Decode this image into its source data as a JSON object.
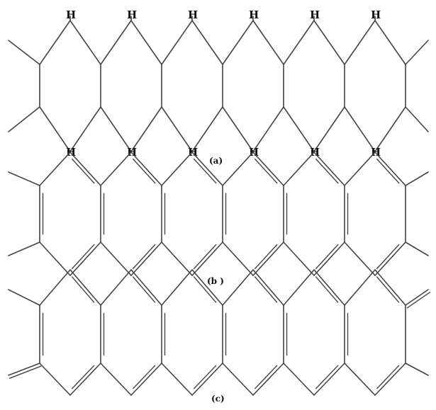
{
  "panels": [
    {
      "label": "(a)",
      "top_atom_label": "H",
      "bottom_atom_label": "H",
      "ring_count": 6,
      "bond_style": "single"
    },
    {
      "label": "(b )",
      "ring_count": 6,
      "bond_style": "alternating-double"
    },
    {
      "label": "(c)",
      "ring_count": 6,
      "bond_style": "alternating-double-with-terminal-doubles"
    }
  ],
  "colors": {
    "bond": "#444444",
    "text": "#111111",
    "background": "#ffffff"
  }
}
